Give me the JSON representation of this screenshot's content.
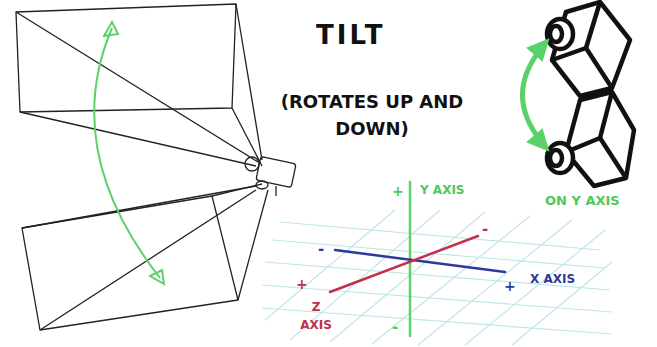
{
  "diagram": {
    "title": "TILT",
    "labels": [
      "(ROTATES UP AND DOWN)",
      "ON Y AXIS",
      "+",
      "Y AXIS",
      "-",
      "-",
      "+",
      "Z AXIS",
      "+",
      "X AXIS",
      "-"
    ]
  }
}
